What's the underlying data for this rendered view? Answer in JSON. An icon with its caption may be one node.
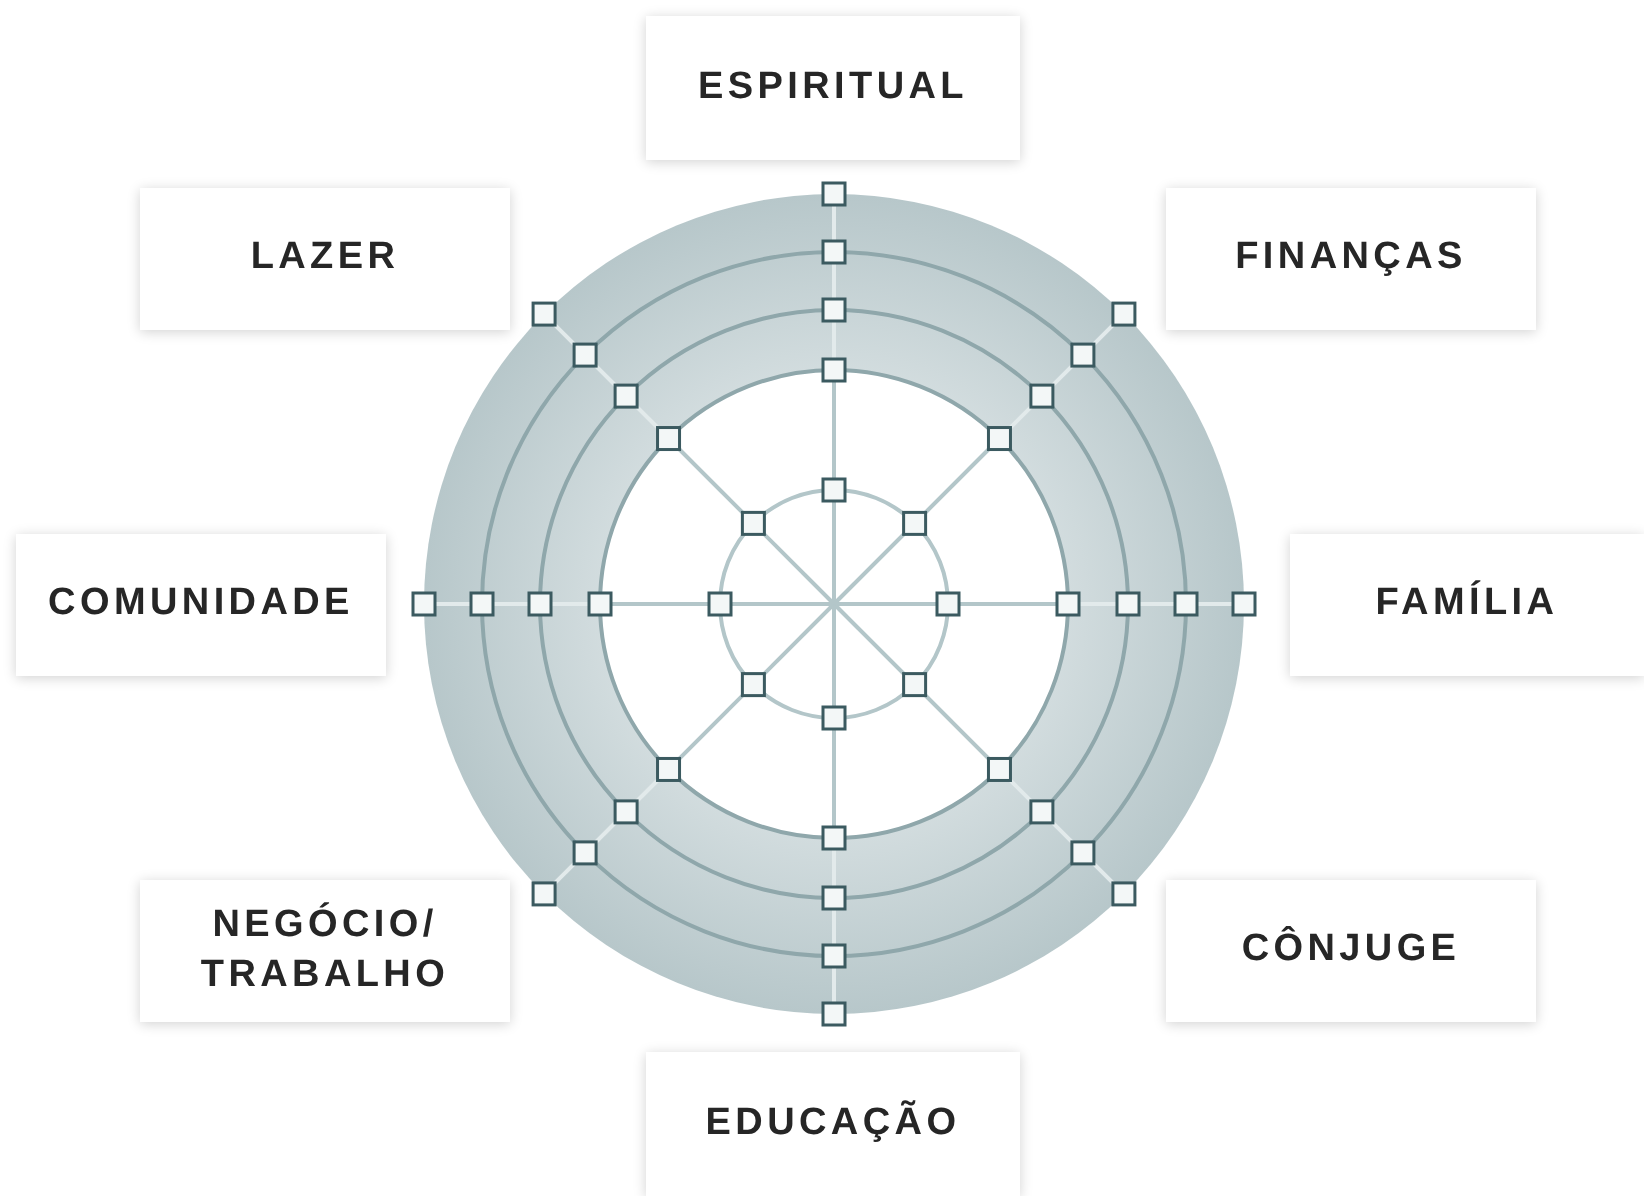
{
  "diagram": {
    "nodes": [
      {
        "text": [
          "ESPIRITUAL"
        ]
      },
      {
        "text": [
          "LAZER"
        ]
      },
      {
        "text": [
          "FINANÇAS"
        ]
      },
      {
        "text": [
          "COMUNIDADE"
        ]
      },
      {
        "text": [
          "FAMÍLIA"
        ]
      },
      {
        "text": [
          "NEGÓCIO/ TRABALHO"
        ]
      },
      {
        "text": [
          "CÔNJUGE"
        ]
      },
      {
        "text": [
          "EDUCAÇÃO"
        ]
      }
    ]
  }
}
